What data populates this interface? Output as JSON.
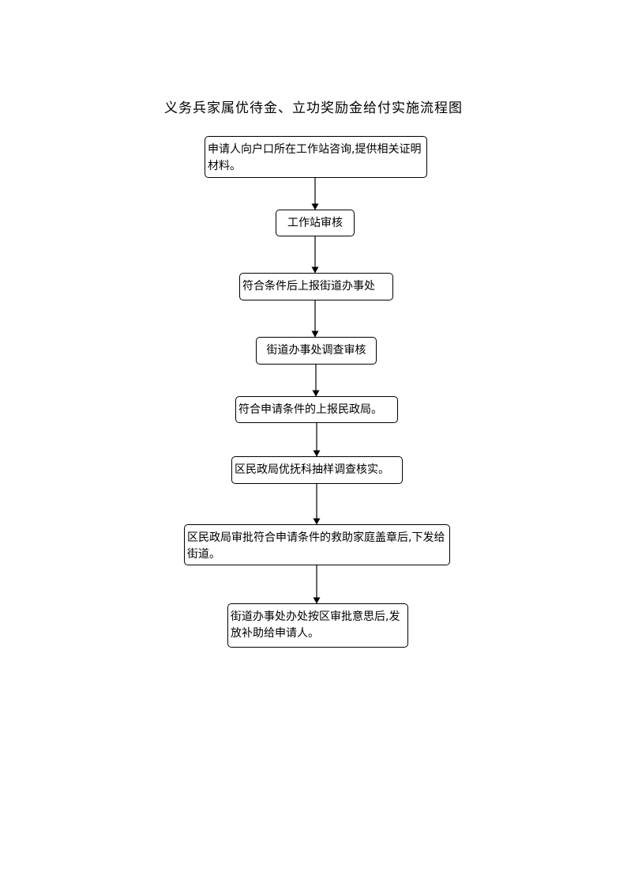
{
  "title": "义务兵家属优待金、立功奖励金给付实施流程图",
  "steps": [
    "申请人向户口所在工作站咨询,提供相关证明材料。",
    "工作站审核",
    "符合条件后上报街道办事处",
    "街道办事处调查审核",
    "符合申请条件的上报民政局。",
    "区民政局优抚科抽样调查核实。",
    "区民政局审批符合申请条件的救助家庭盖章后,下发给街道。",
    "街道办事处办处按区审批意思后,发放补助给申请人。"
  ]
}
